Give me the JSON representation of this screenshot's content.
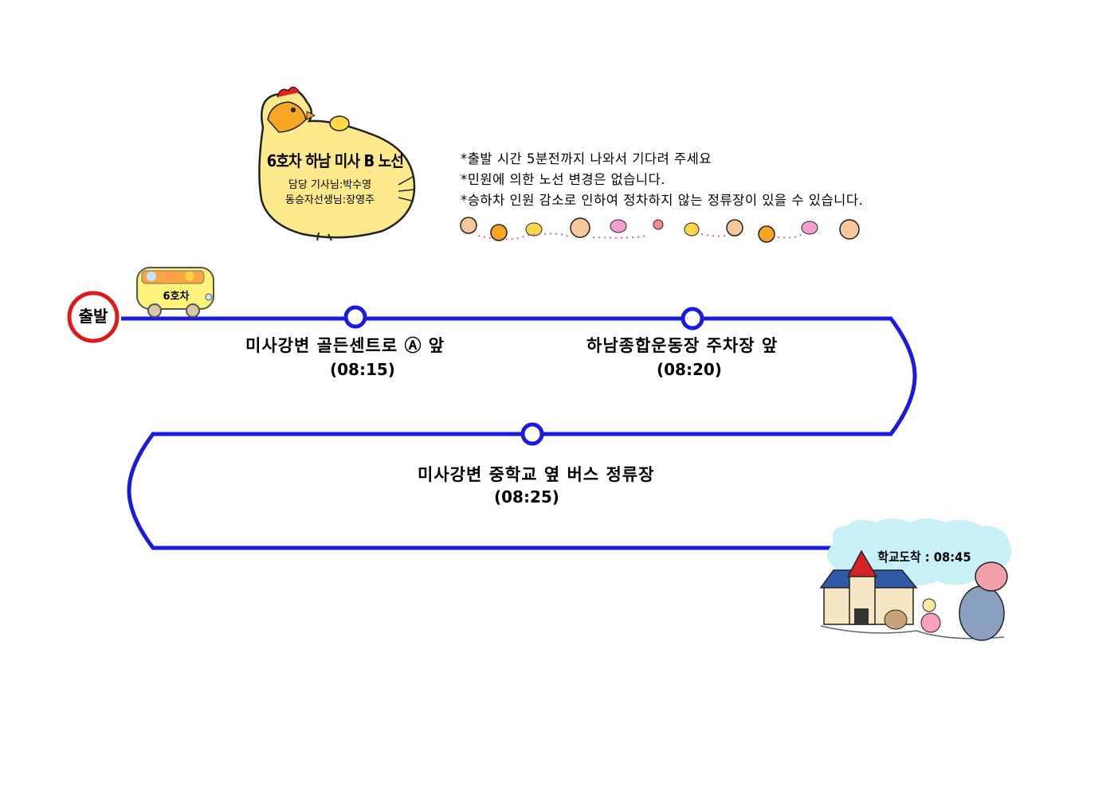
{
  "header": {
    "route_title": "6호차 하남 미사 B 노선",
    "driver": "담당 기사님:박수영",
    "teacher": "동승자선생님:장영주"
  },
  "notices": [
    "*출발 시간 5분전까지 나와서 기다려 주세요",
    "*민원에 의한 노선 변경은 없습니다.",
    "*승하차 인원 감소로 인하여 정차하지 않는 정류장이  있을 수 있습니다."
  ],
  "bus": {
    "label": "6호차"
  },
  "start": {
    "label": "출발"
  },
  "stops": [
    {
      "name": "미사강변 골든센트로 Ⓐ 앞",
      "time": "(08:15)"
    },
    {
      "name": "하남종합운동장 주차장 앞",
      "time": "(08:20)"
    },
    {
      "name": "미사강변 중학교 옆 버스 정류장",
      "time": "(08:25)"
    }
  ],
  "arrival": {
    "label": "학교도착 : 08:45"
  },
  "colors": {
    "route": "#1b1be0",
    "start_ring": "#e01818",
    "hen": "#fce98c",
    "cloud": "#c9f0f6",
    "bus": "#fff27a"
  }
}
